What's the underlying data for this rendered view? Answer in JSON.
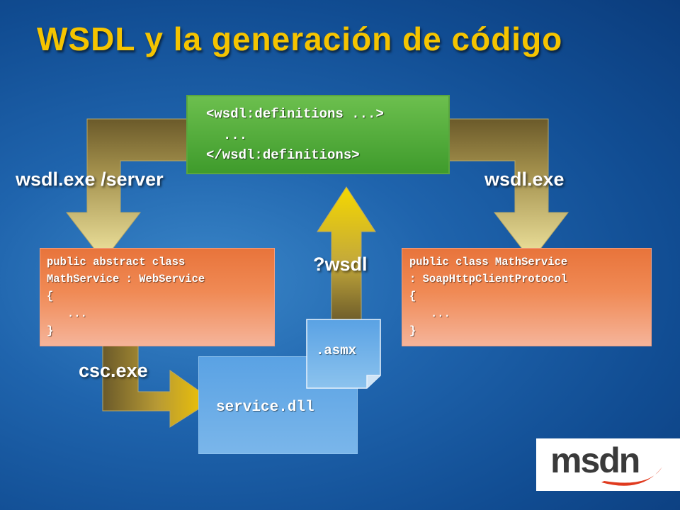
{
  "title": "WSDL y la generación de código",
  "wsdl_box": {
    "lines": [
      "<wsdl:definitions ...>",
      "...",
      "</wsdl:definitions>"
    ]
  },
  "server_code": {
    "lines": [
      "public abstract class",
      "MathService : WebService",
      "{",
      "...",
      "}"
    ]
  },
  "client_code": {
    "lines": [
      "public class MathService",
      ": SoapHttpClientProtocol",
      "{",
      "...",
      "}"
    ]
  },
  "service_dll": "service.dll",
  "asmx": ".asmx",
  "labels": {
    "wsdl_server": "wsdl.exe /server",
    "wsdl_exe": "wsdl.exe",
    "query_wsdl": "?wsdl",
    "csc": "csc.exe"
  },
  "logo": "msdn",
  "colors": {
    "title": "#f5c400",
    "wsdl_box": "#4ea636",
    "code_box": "#ee8450",
    "service_box": "#6aaee8",
    "arrow_light": "#f5d800",
    "arrow_dark": "#6b5a2a"
  }
}
